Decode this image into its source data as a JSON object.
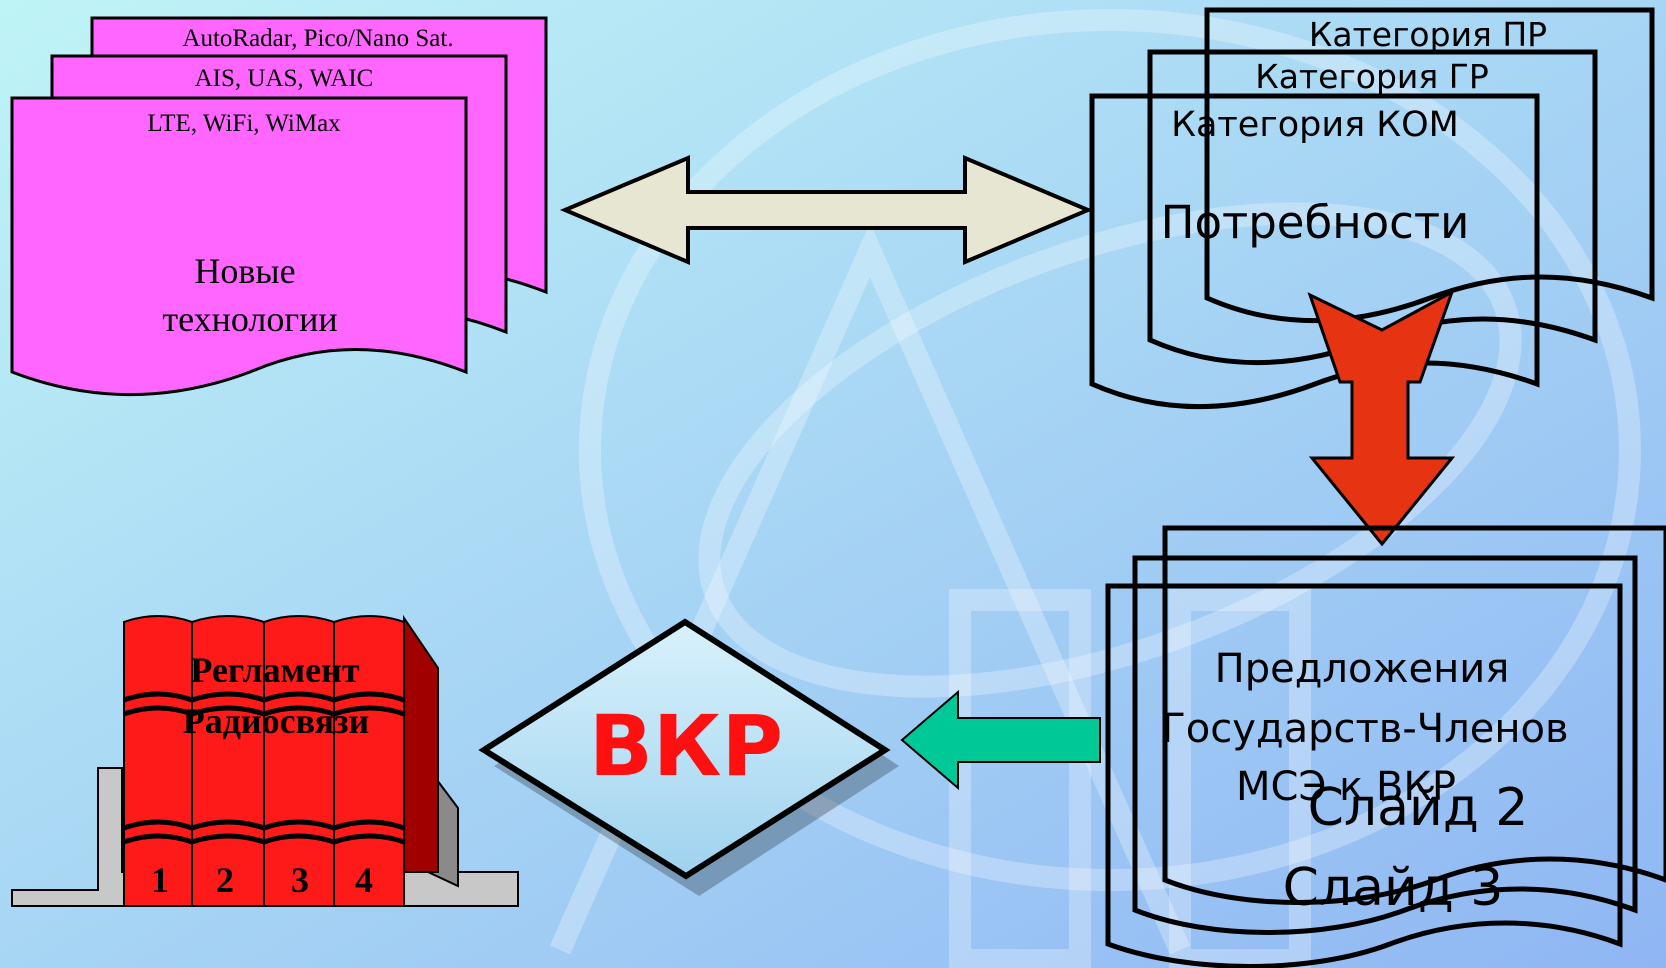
{
  "colors": {
    "bg_left": "#bff4f6",
    "bg_right": "#8fb6f3",
    "doc_fill": "#ff66ff",
    "arrow_grey": "#e6e6d2",
    "arrow_red": "#e63312",
    "arrow_green": "#00c896",
    "book_red": "#ff1a1a",
    "wkr_red": "#ff1010"
  },
  "tech": {
    "layer_back": "AutoRadar, Pico/Nano Sat.",
    "layer_mid": "AIS, UAS, WAIC",
    "layer_front": "LTE, WiFi, WiMax",
    "title_line1": "Новые",
    "title_line2": "технологии"
  },
  "needs": {
    "layer_back": "Категория ПР",
    "layer_mid": "Категория ГР",
    "layer_front": "Категория КОМ",
    "title": "Потребности"
  },
  "proposals": {
    "line1": "Предложения",
    "line2": "Государств-Членов",
    "line3": "МСЭ к ВКР",
    "slide2_link": "Слайд 2",
    "slide3_link": "Слайд 3"
  },
  "wkr": {
    "label": "ВКР"
  },
  "rr": {
    "line1": "Регламент",
    "line2": "Радиосвязи",
    "volumes": [
      "1",
      "2",
      "3",
      "4"
    ]
  }
}
